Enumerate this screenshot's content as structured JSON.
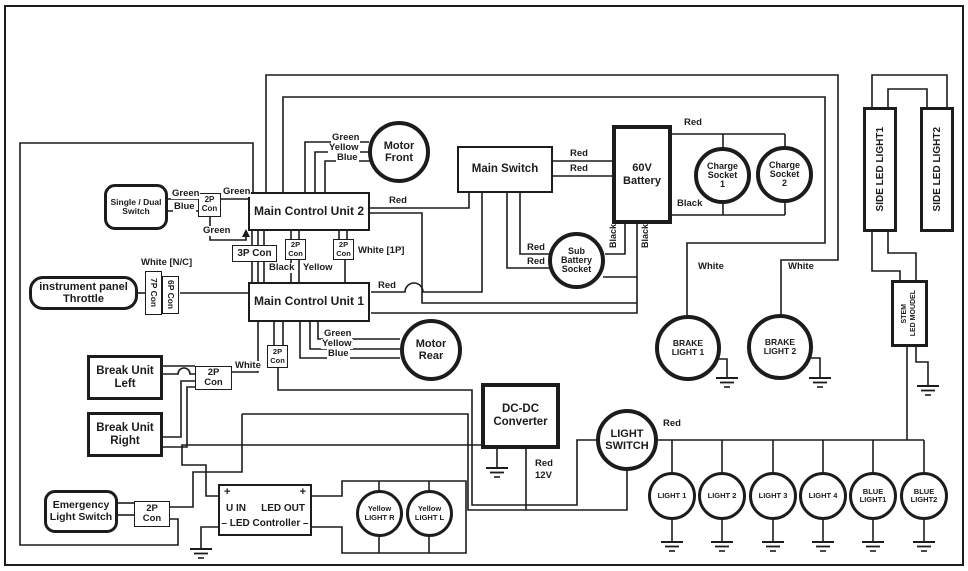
{
  "colors": {
    "ink": "#1c1c1c",
    "background": "#ffffff"
  },
  "boxes": {
    "single_dual_switch": {
      "line1": "Single / Dual",
      "line2": "Switch"
    },
    "sd_2p_con": {
      "line1": "2P",
      "line2": "Con"
    },
    "mcu2": {
      "label": "Main Control Unit 2"
    },
    "mcu1": {
      "label": "Main Control Unit 1"
    },
    "con_3p": {
      "label": "3P Con"
    },
    "con_2p_black": {
      "line1": "2P",
      "line2": "Con"
    },
    "con_2p_white": {
      "line1": "2P",
      "line2": "Con"
    },
    "throttle": {
      "line1": "instrument panel",
      "line2": "Throttle"
    },
    "con_7p": {
      "label": "7P Con"
    },
    "con_6p": {
      "label": "6P Con"
    },
    "break_left": {
      "line1": "Break Unit",
      "line2": "Left"
    },
    "break_right": {
      "line1": "Break Unit",
      "line2": "Right"
    },
    "con_2p_brake": {
      "line1": "2P",
      "line2": "Con"
    },
    "con_2p_mcu1": {
      "line1": "2P",
      "line2": "Con"
    },
    "emergency": {
      "line1": "Emergency",
      "line2": "Light Switch"
    },
    "con_2p_em": {
      "line1": "2P",
      "line2": "Con"
    },
    "led_controller": {
      "plus_left": "+",
      "plus_right": "+",
      "in_label": "U IN",
      "out_label": "LED OUT",
      "bottom_label": "– LED Controller –"
    },
    "main_switch": {
      "label": "Main Switch"
    },
    "battery": {
      "line1": "60V",
      "line2": "Battery"
    },
    "dcdc": {
      "line1": "DC-DC",
      "line2": "Converter"
    },
    "side_led_1": {
      "label": "SIDE LED LIGHT1"
    },
    "side_led_2": {
      "label": "SIDE LED LIGHT2"
    },
    "stem": {
      "line1": "STEM",
      "line2": "LED MOUDEL"
    }
  },
  "circles": {
    "motor_front": {
      "line1": "Motor",
      "line2": "Front"
    },
    "motor_rear": {
      "line1": "Motor",
      "line2": "Rear"
    },
    "charge_1": {
      "line1": "Charge",
      "line2": "Socket",
      "line3": "1"
    },
    "charge_2": {
      "line1": "Charge",
      "line2": "Socket",
      "line3": "2"
    },
    "sub_battery": {
      "line1": "Sub",
      "line2": "Battery",
      "line3": "Socket"
    },
    "brake_1": {
      "line1": "BRAKE",
      "line2": "LIGHT 1"
    },
    "brake_2": {
      "line1": "BRAKE",
      "line2": "LIGHT 2"
    },
    "light_switch": {
      "line1": "LIGHT",
      "line2": "SWITCH"
    },
    "light_1": {
      "label": "LIGHT 1"
    },
    "light_2": {
      "label": "LIGHT 2"
    },
    "light_3": {
      "label": "LIGHT 3"
    },
    "light_4": {
      "label": "LIGHT 4"
    },
    "blue_1": {
      "line1": "BLUE",
      "line2": "LIGHT1"
    },
    "blue_2": {
      "line1": "BLUE",
      "line2": "LIGHT2"
    },
    "yellow_r": {
      "line1": "Yellow",
      "line2": "LIGHT R"
    },
    "yellow_l": {
      "line1": "Yellow",
      "line2": "LIGHT L"
    }
  },
  "wire_labels": {
    "green_1": "Green",
    "blue_1": "Blue",
    "green_2": "Green",
    "green_3": "Green",
    "mf_green": "Green",
    "mf_yellow": "Yellow",
    "mf_blue": "Blue",
    "mr_green": "Green",
    "mr_yellow": "Yellow",
    "mr_blue": "Blue",
    "white_nc": "White [N/C]",
    "white_1p": "White [1P]",
    "black_con": "Black",
    "yellow_con": "Yellow",
    "red_mcu2": "Red",
    "red_mcu1": "Red",
    "red_ms1": "Red",
    "red_ms2": "Red",
    "red_sub1": "Red",
    "red_sub2": "Red",
    "red_bat": "Red",
    "black_bat": "Black",
    "black_v1": "Black",
    "black_v2": "Black",
    "white_bu": "White",
    "white_bl1": "White",
    "white_bl2": "White",
    "red_ls": "Red",
    "red_12v_line1": "Red",
    "red_12v_line2": "12V"
  }
}
